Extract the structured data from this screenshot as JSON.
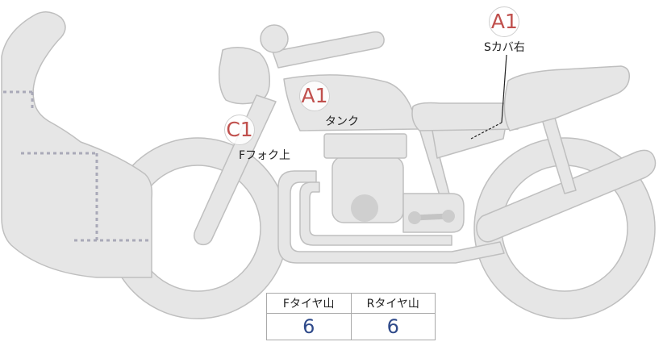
{
  "colors": {
    "body_fill": "#e6e6e6",
    "body_stroke": "#bfbfbf",
    "grade_text": "#c0504d",
    "value_text": "#2f4a8a",
    "dotted_line": "#a9a9b8"
  },
  "damage_marks": [
    {
      "id": "side-cover-right",
      "grade": "A1",
      "label": "Sカバ右"
    },
    {
      "id": "tank",
      "grade": "A1",
      "label": "タンク"
    },
    {
      "id": "front-fork-upper",
      "grade": "C1",
      "label": "Fフォク上"
    }
  ],
  "tire_table": {
    "front_header": "Fタイヤ山",
    "rear_header": "Rタイヤ山",
    "front_value": "6",
    "rear_value": "6"
  }
}
